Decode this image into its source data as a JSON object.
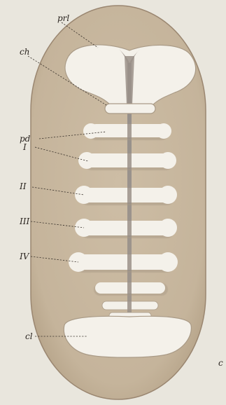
{
  "figure": {
    "labels": {
      "prl": "prl",
      "ch": "ch",
      "pd": "pd",
      "i": "I",
      "ii": "II",
      "iii": "III",
      "iv": "IV",
      "cl": "cl"
    },
    "edge_mark": "c",
    "colors": {
      "paper": "#e9e6dd",
      "embryo_body": "#c8b8a0",
      "embryo_outline": "#9a8670",
      "appendage_fill": "#f4f1ea",
      "appendage_shadow": "#a99a86",
      "midline": "#9a8f86"
    }
  }
}
